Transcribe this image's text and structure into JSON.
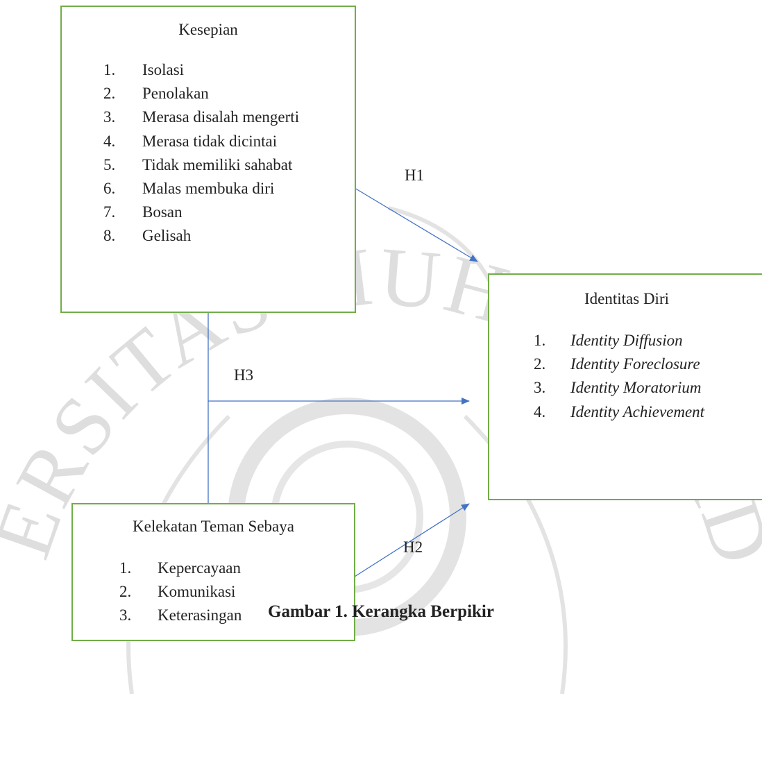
{
  "diagram": {
    "box_kesepian": {
      "title": "Kesepian",
      "items": [
        {
          "num": "1.",
          "text": "Isolasi"
        },
        {
          "num": "2.",
          "text": "Penolakan"
        },
        {
          "num": "3.",
          "text": "Merasa disalah mengerti"
        },
        {
          "num": "4.",
          "text": "Merasa tidak dicintai"
        },
        {
          "num": "5.",
          "text": "Tidak memiliki sahabat"
        },
        {
          "num": "6.",
          "text": "Malas membuka diri"
        },
        {
          "num": "7.",
          "text": "Bosan"
        },
        {
          "num": "8.",
          "text": "Gelisah"
        }
      ]
    },
    "box_identitas": {
      "title": "Identitas Diri",
      "items": [
        {
          "num": "1.",
          "text": "Identity Diffusion"
        },
        {
          "num": "2.",
          "text": "Identity Foreclosure"
        },
        {
          "num": "3.",
          "text": "Identity Moratorium"
        },
        {
          "num": "4.",
          "text": "Identity Achievement"
        }
      ]
    },
    "box_kelekatan": {
      "title": "Kelekatan Teman Sebaya",
      "items": [
        {
          "num": "1.",
          "text": "Kepercayaan"
        },
        {
          "num": "2.",
          "text": "Komunikasi"
        },
        {
          "num": "3.",
          "text": "Keterasingan"
        }
      ]
    },
    "edges": {
      "h1": "H1",
      "h2": "H2",
      "h3": "H3"
    },
    "caption": "Gambar 1. Kerangka Berpikir"
  },
  "watermark": {
    "ring_text": "UNIVERSITAS MUHAMMADIYAH"
  },
  "colors": {
    "box_border": "#70ad47",
    "arrow": "#4472c4",
    "watermark": "#dcdcdc"
  }
}
